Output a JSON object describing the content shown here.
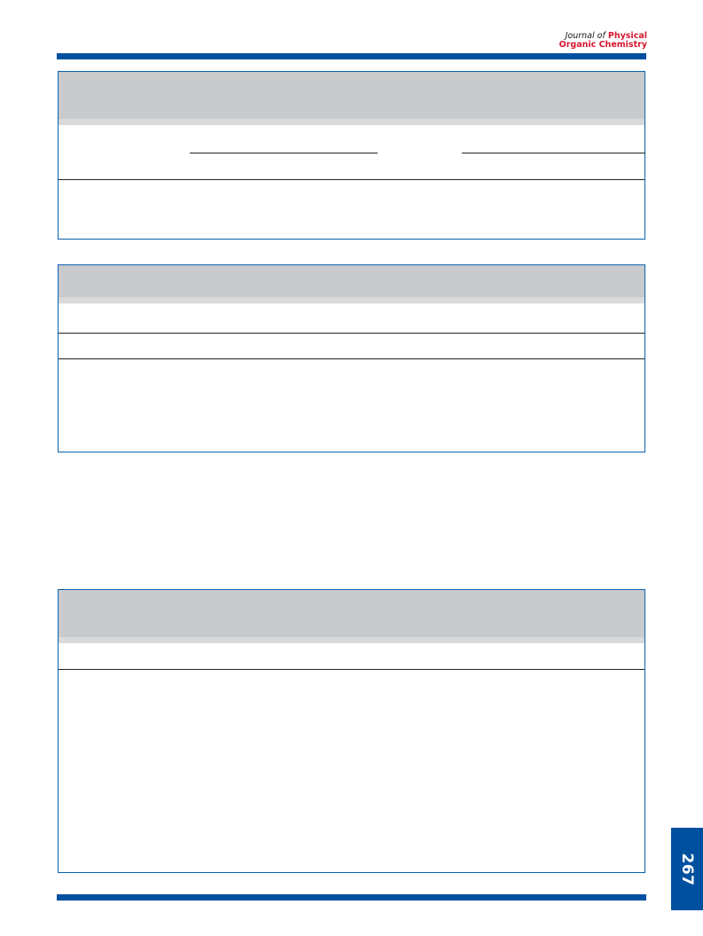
{
  "journal": {
    "name_prefix": "Journal of ",
    "name_brand": "Physical",
    "name_line2": "Organic Chemistry"
  },
  "page": {
    "number": "267"
  },
  "colors": {
    "rule_blue": "#0050a0",
    "brand_red": "#d7172f",
    "table_head_gray": "#c9cacc",
    "table_border_blue": "#0a62b0"
  }
}
